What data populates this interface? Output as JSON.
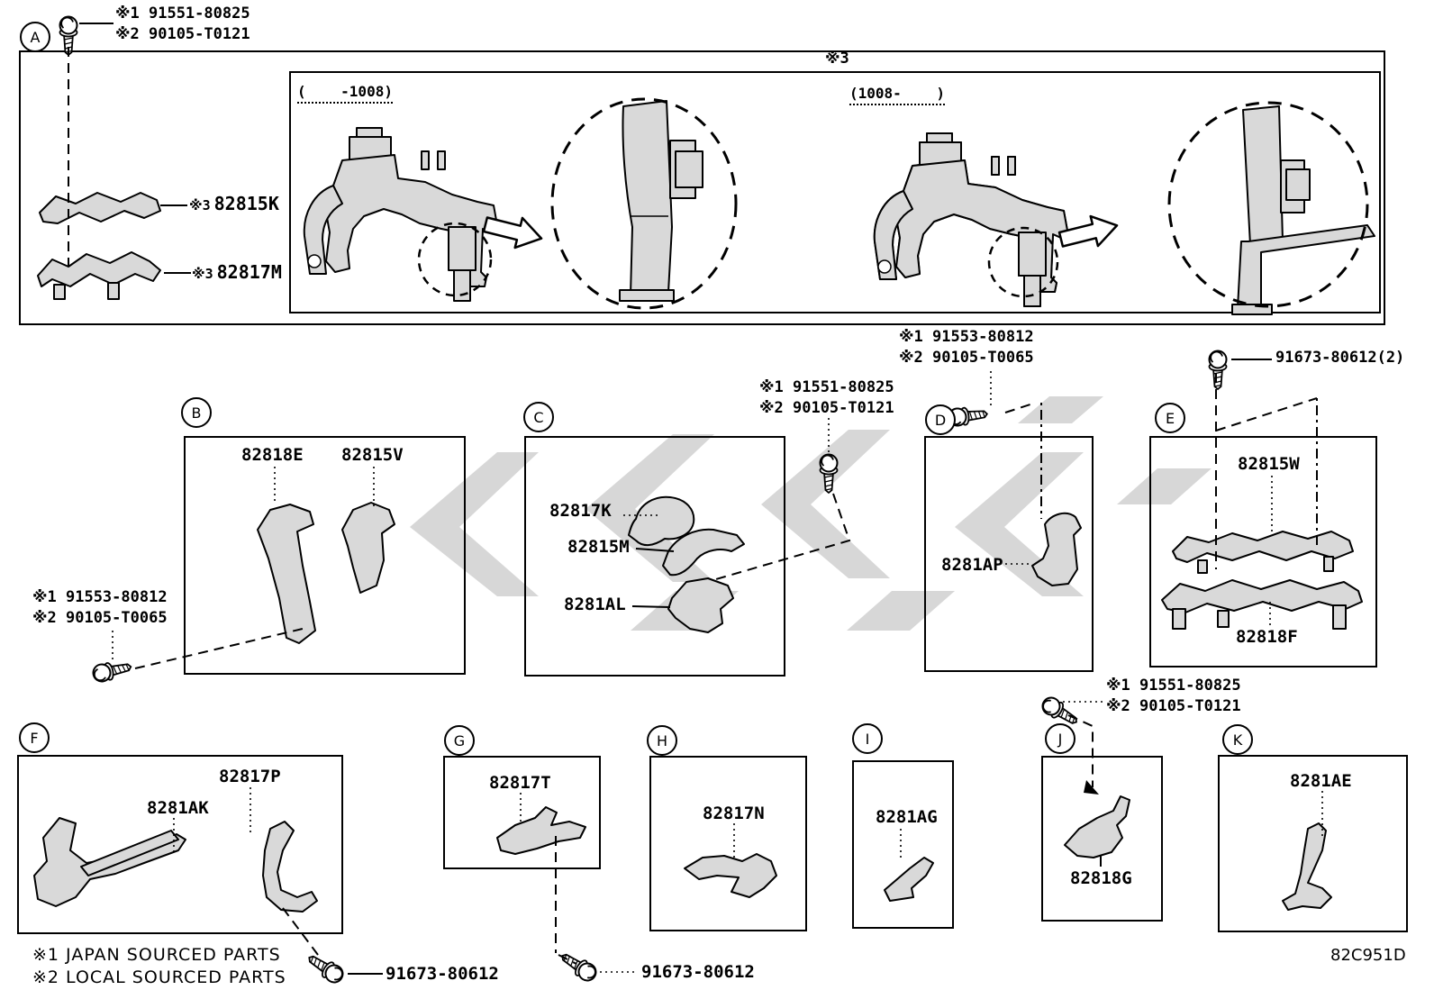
{
  "doc_code": "82C951D",
  "colors": {
    "ink": "#000000",
    "paper": "#ffffff",
    "watermark": "#c2c2c2",
    "part_fill": "#d9d9d9"
  },
  "footnotes": {
    "f1": "※1 JAPAN SOURCED PARTS",
    "f2": "※2 LOCAL SOURCED PARTS"
  },
  "overview": {
    "marker": "※3",
    "variant_left": "(    -1008)",
    "variant_right": "(1008-    )",
    "part_top_marker": "※3",
    "part_top_number": "82815K",
    "part_bottom_marker": "※3",
    "part_bottom_number": "82817M"
  },
  "notes": {
    "a": {
      "l1": "※1 91551-80825",
      "l2": "※2 90105-T0121"
    },
    "b": {
      "l1": "※1 91553-80812",
      "l2": "※2 90105-T0065"
    },
    "c": {
      "l1": "※1 91551-80825",
      "l2": "※2 90105-T0121"
    },
    "d": {
      "l1": "※1 91553-80812",
      "l2": "※2 90105-T0065"
    },
    "e": {
      "l1": "91673-80612(2)"
    },
    "j": {
      "l1": "※1 91551-80825",
      "l2": "※2 90105-T0121"
    },
    "screw_f": {
      "l1": "91673-80612"
    },
    "screw_g": {
      "l1": "91673-80612"
    }
  },
  "sections": {
    "a": {
      "letter": "A"
    },
    "b": {
      "letter": "B",
      "part1": "82818E",
      "part2": "82815V"
    },
    "c": {
      "letter": "C",
      "part1": "82817K",
      "part2": "82815M",
      "part3": "8281AL"
    },
    "d": {
      "letter": "D",
      "part1": "8281AP"
    },
    "e": {
      "letter": "E",
      "part1": "82815W",
      "part2": "82818F"
    },
    "f": {
      "letter": "F",
      "part1": "8281AK",
      "part2": "82817P"
    },
    "g": {
      "letter": "G",
      "part1": "82817T"
    },
    "h": {
      "letter": "H",
      "part1": "82817N"
    },
    "i": {
      "letter": "I",
      "part1": "8281AG"
    },
    "j": {
      "letter": "J",
      "part1": "82818G"
    },
    "k": {
      "letter": "K",
      "part1": "8281AE"
    }
  }
}
